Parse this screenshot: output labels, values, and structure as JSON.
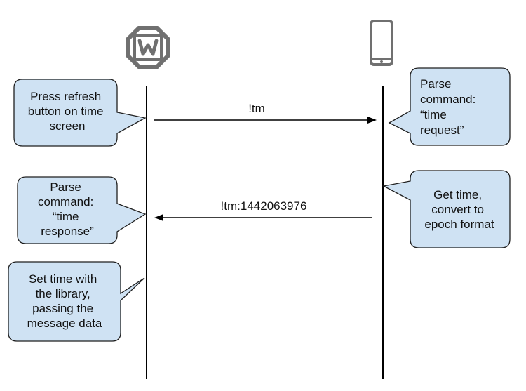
{
  "participants": {
    "watch_icon": "pebble-watch-logo-icon",
    "phone_icon": "smartphone-icon"
  },
  "colors": {
    "bubble_fill": "#cfe2f3",
    "bubble_stroke": "#1f1f1f",
    "icon_gray": "#707070",
    "line": "#000000"
  },
  "messages": {
    "request": "!tm",
    "response": "!tm:1442063976"
  },
  "notes": {
    "press_refresh": [
      "Press refresh",
      "button on time",
      "screen"
    ],
    "parse_request": [
      "Parse",
      "command:",
      "“time",
      "request”"
    ],
    "parse_response": [
      "Parse",
      "command:",
      "“time",
      "response”"
    ],
    "get_time": [
      "Get time,",
      "convert to",
      "epoch format"
    ],
    "set_time": [
      "Set time with",
      "the library,",
      "passing the",
      "message data"
    ]
  }
}
